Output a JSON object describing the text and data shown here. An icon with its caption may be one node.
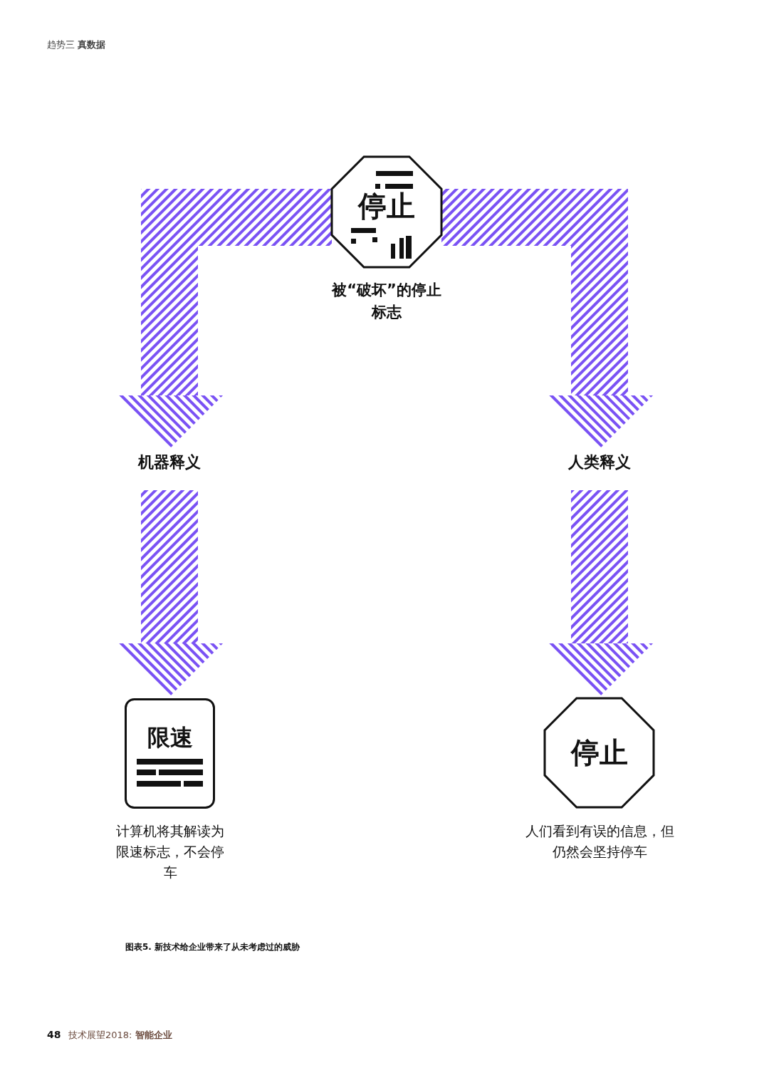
{
  "diagram": {
    "caption": "图表5. 新技术给企业带来了从未考虑过的威胁",
    "nodes": [
      {
        "text": [
          "停止"
        ],
        "beside": [
          "被“破坏”的停止标志"
        ]
      },
      {
        "text": [
          "机器释义"
        ]
      },
      {
        "text": [
          "人类释义"
        ]
      },
      {
        "text": [
          "限速"
        ],
        "beside": [
          "计算机将其解读为限速标志，不会停车"
        ]
      },
      {
        "text": [
          "停止"
        ],
        "beside": [
          "人们看到有误的信息，但仍然会坚持停车"
        ]
      }
    ],
    "edges": [
      {
        "from": 0,
        "to": 1,
        "arrow": "to"
      },
      {
        "from": 0,
        "to": 2,
        "arrow": "to"
      },
      {
        "from": 1,
        "to": 3,
        "arrow": "to"
      },
      {
        "from": 2,
        "to": 4,
        "arrow": "to"
      }
    ],
    "labels": [
      "趋势三 **真数据**",
      "48",
      "技术展望2018: **智能企业**"
    ]
  }
}
